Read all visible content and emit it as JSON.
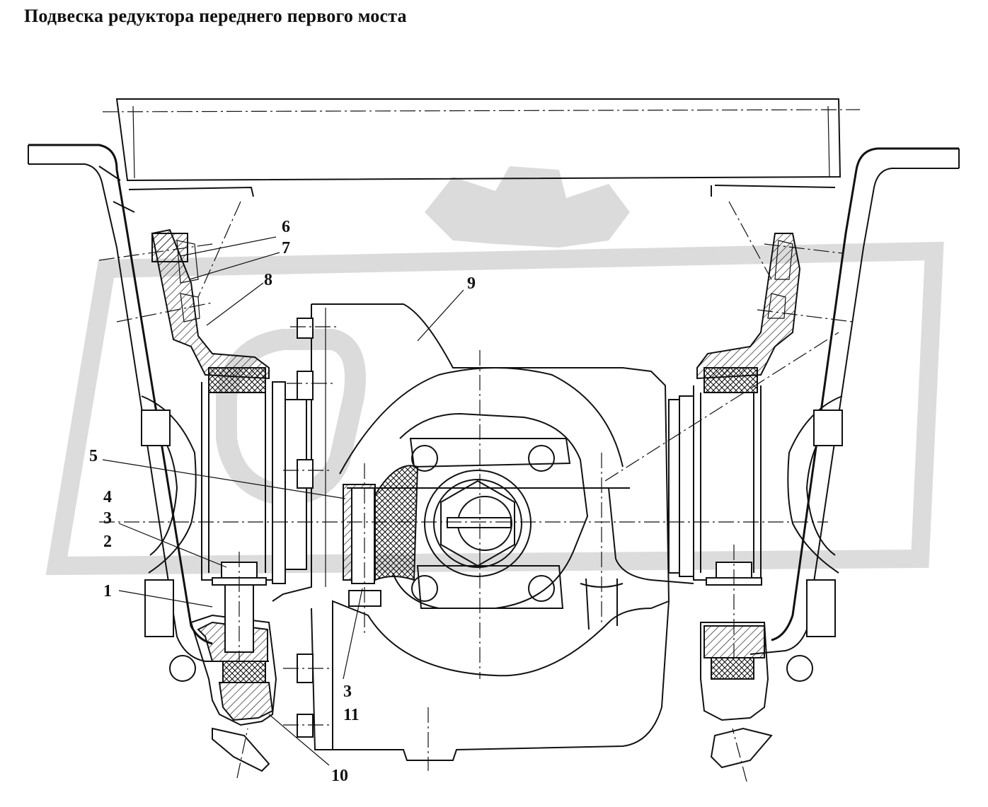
{
  "title": "Подвеска редуктора переднего первого моста",
  "watermark": {
    "color": "#d8d8d8"
  },
  "callouts": [
    {
      "id": "6",
      "text": "6"
    },
    {
      "id": "7",
      "text": "7"
    },
    {
      "id": "8",
      "text": "8"
    },
    {
      "id": "9",
      "text": "9"
    },
    {
      "id": "5",
      "text": "5"
    },
    {
      "id": "4",
      "text": "4"
    },
    {
      "id": "3a",
      "text": "3"
    },
    {
      "id": "2",
      "text": "2"
    },
    {
      "id": "1",
      "text": "1"
    },
    {
      "id": "3b",
      "text": "3"
    },
    {
      "id": "11",
      "text": "11"
    },
    {
      "id": "10",
      "text": "10"
    }
  ]
}
